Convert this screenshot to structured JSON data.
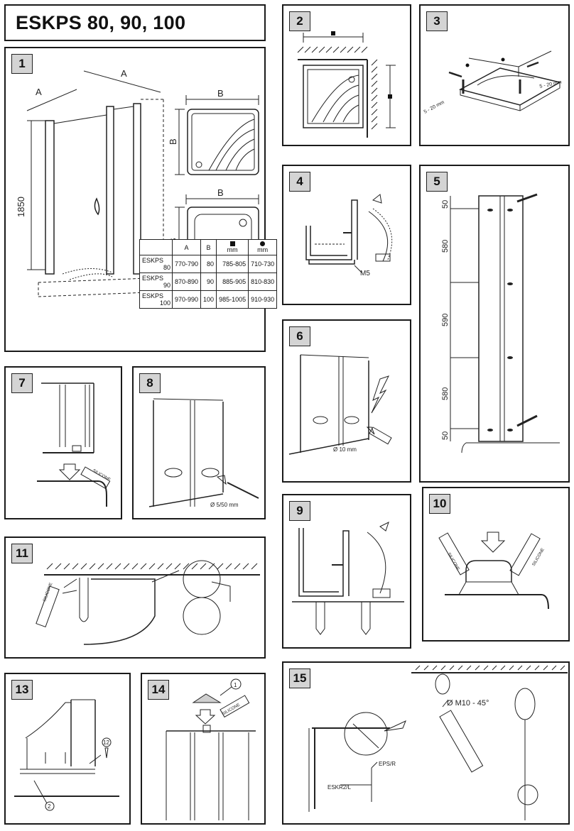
{
  "title": "ESKPS 80, 90, 100",
  "panels": {
    "p1": "1",
    "p2": "2",
    "p3": "3",
    "p4": "4",
    "p5": "5",
    "p6": "6",
    "p7": "7",
    "p8": "8",
    "p9": "9",
    "p10": "10",
    "p11": "11",
    "p13": "13",
    "p14": "14",
    "p15": "15"
  },
  "dims": {
    "A": "A",
    "B": "B",
    "height": "1850",
    "range_5_20": "5 - 20 mm",
    "m5": "M5",
    "d10": "Ø 10 mm",
    "d5_50": "Ø 5/50 mm",
    "m10": "Ø M10 - 45°",
    "eps_r": "EPS/R",
    "eskr2_l": "ESKR2/L"
  },
  "spacing": [
    "50",
    "580",
    "590",
    "580",
    "50"
  ],
  "silicone": "SILICONE",
  "callouts": {
    "c1": "1",
    "c2": "2",
    "c12": "12"
  },
  "spec_table": {
    "headers": [
      "A",
      "B",
      "mm",
      "mm"
    ],
    "rows": [
      {
        "name": "ESKPS",
        "size": "80",
        "a": "770-790",
        "b": "80",
        "sq": "785-805",
        "ci": "710-730"
      },
      {
        "name": "ESKPS",
        "size": "90",
        "a": "870-890",
        "b": "90",
        "sq": "885-905",
        "ci": "810-830"
      },
      {
        "name": "ESKPS",
        "size": "100",
        "a": "970-990",
        "b": "100",
        "sq": "985-1005",
        "ci": "910-930"
      }
    ]
  }
}
